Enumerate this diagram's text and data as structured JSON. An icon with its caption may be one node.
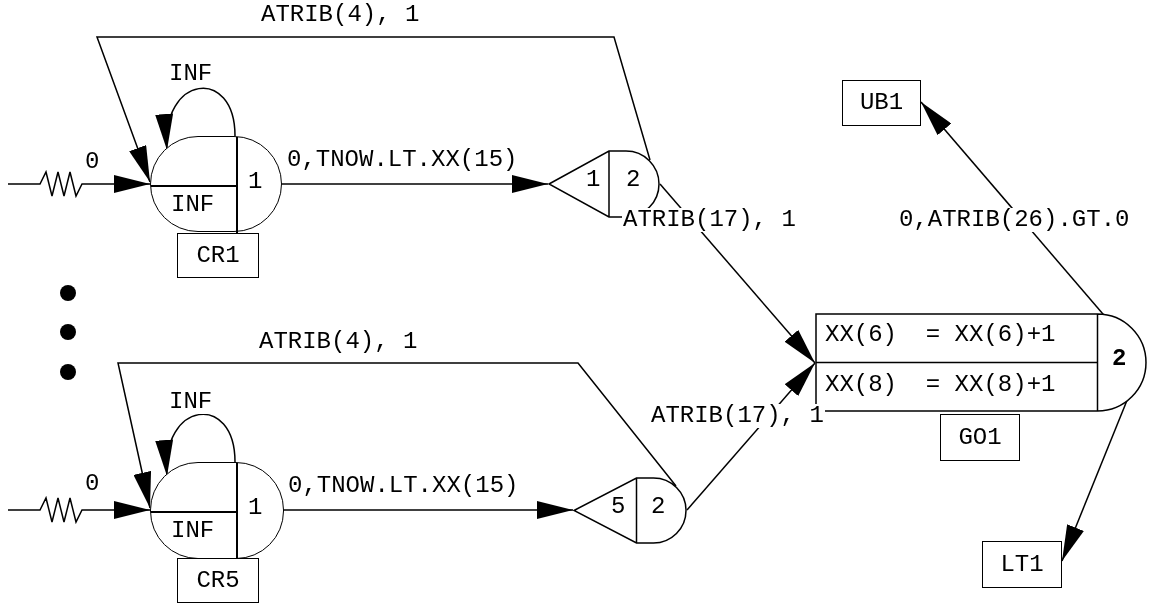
{
  "diagram": {
    "nodes": [
      {
        "text": [
          "INF",
          "1"
        ]
      },
      {
        "text": [
          "CR1"
        ]
      },
      {
        "text": [
          "1",
          "2"
        ]
      },
      {
        "text": [
          "INF",
          "1"
        ]
      },
      {
        "text": [
          "CR5"
        ]
      },
      {
        "text": [
          "5",
          "2"
        ]
      },
      {
        "text": [
          "XX(6)  = XX(6)+1",
          "XX(8)  = XX(8)+1",
          "2"
        ]
      },
      {
        "text": [
          "GO1"
        ]
      },
      {
        "text": [
          "UB1"
        ]
      },
      {
        "text": [
          "LT1"
        ]
      }
    ],
    "edges": [
      {
        "from": null,
        "to": 0,
        "arrow": "to",
        "label": "0"
      },
      {
        "from": 0,
        "to": 0,
        "arrow": "to",
        "label": "INF"
      },
      {
        "from": 0,
        "to": 2,
        "arrow": "to",
        "label": "0,TNOW.LT.XX(15)"
      },
      {
        "from": 2,
        "to": 0,
        "arrow": "to",
        "label": "ATRIB(4), 1"
      },
      {
        "from": 2,
        "to": 6,
        "arrow": "to",
        "label": "ATRIB(17), 1"
      },
      {
        "from": null,
        "to": 3,
        "arrow": "to",
        "label": "0"
      },
      {
        "from": 3,
        "to": 3,
        "arrow": "to",
        "label": "INF"
      },
      {
        "from": 3,
        "to": 5,
        "arrow": "to",
        "label": "0,TNOW.LT.XX(15)"
      },
      {
        "from": 5,
        "to": 3,
        "arrow": "to",
        "label": "ATRIB(4), 1"
      },
      {
        "from": 5,
        "to": 6,
        "arrow": "to",
        "label": "ATRIB(17), 1"
      },
      {
        "from": 6,
        "to": 8,
        "arrow": "to",
        "label": "0,ATRIB(26).GT.0"
      },
      {
        "from": 6,
        "to": 9,
        "arrow": "to"
      }
    ]
  }
}
